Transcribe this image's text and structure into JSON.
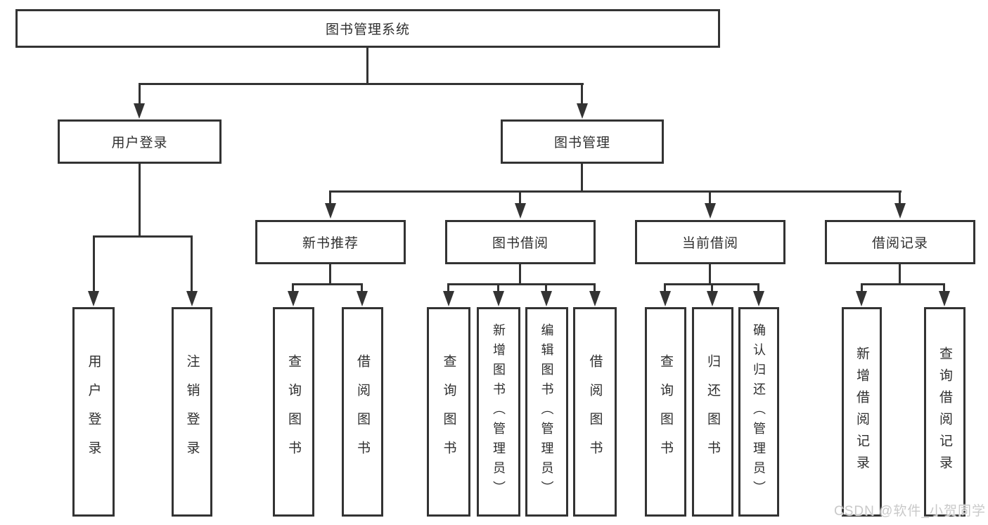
{
  "tree": {
    "root": "图书管理系统",
    "user_branch": {
      "label": "用户登录",
      "children": [
        "用户登录",
        "注销登录"
      ]
    },
    "book_branch": {
      "label": "图书管理",
      "groups": [
        {
          "label": "新书推荐",
          "children": [
            "查询图书",
            "借阅图书"
          ]
        },
        {
          "label": "图书借阅",
          "children": [
            "查询图书",
            "新增图书（管理员）",
            "编辑图书（管理员）",
            "借阅图书"
          ]
        },
        {
          "label": "当前借阅",
          "children": [
            "查询图书",
            "归还图书",
            "确认归还（管理员）"
          ]
        },
        {
          "label": "借阅记录",
          "children": [
            "新增借阅记录",
            "查询借阅记录"
          ]
        }
      ]
    }
  },
  "watermark": {
    "text": "CSDN @软件_小贺同学"
  },
  "colors": {
    "line": "#333333",
    "text": "#2f2f2f",
    "watermark": "#c9c9c9",
    "background": "#ffffff"
  }
}
